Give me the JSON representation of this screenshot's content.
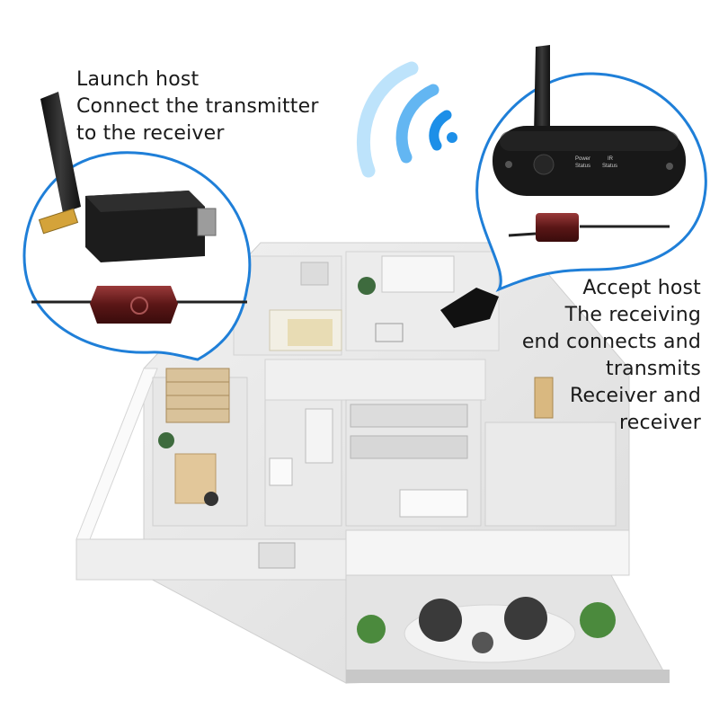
{
  "launch_host": {
    "lines": [
      "Launch host",
      "Connect the transmitter",
      "to the receiver"
    ]
  },
  "accept_host": {
    "lines": [
      "Accept host",
      "The receiving",
      "end connects and",
      "transmits",
      "Receiver and",
      "receiver"
    ],
    "device_labels": {
      "power": [
        "Power",
        "Status"
      ],
      "ir": [
        "IR",
        "Status"
      ]
    }
  },
  "colors": {
    "bubble_border": "#1f7fd8",
    "wifi_blue": "#1d8fe8",
    "wall": "#f4f4f4",
    "floor": "#e6e6e6",
    "device_black": "#1c1c1c",
    "ir_sensor_red": "#6b1b1b"
  },
  "icons": {
    "signal": "wifi-signal-icon"
  }
}
